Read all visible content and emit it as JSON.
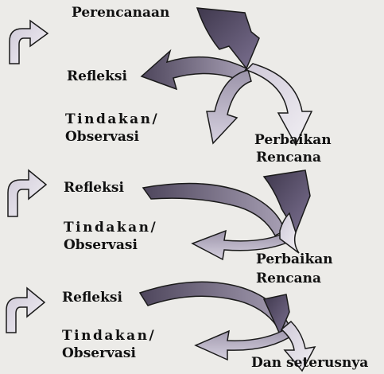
{
  "cycles": [
    {
      "stage_labels": {
        "plan": "Perencanaan",
        "reflect": "Refleksi",
        "act_line1": "Tindakan/",
        "act_line2": "Observasi",
        "revise_line1": "Perbaikan",
        "revise_line2": "Rencana"
      }
    },
    {
      "stage_labels": {
        "reflect": "Refleksi",
        "act_line1": "Tindakan/",
        "act_line2": "Observasi",
        "revise_line1": "Perbaikan",
        "revise_line2": "Rencana"
      }
    },
    {
      "stage_labels": {
        "reflect": "Refleksi",
        "act_line1": "Tindakan/",
        "act_line2": "Observasi",
        "continue": "Dan seterusnya"
      }
    }
  ],
  "colors": {
    "background": "#ecebe8",
    "arrow_dark": "#5a5168",
    "arrow_mid": "#8a809a",
    "arrow_light": "#b7b0c3",
    "arrow_pale": "#d9d5e2",
    "outline": "#1b1b1b",
    "text": "#111111"
  }
}
